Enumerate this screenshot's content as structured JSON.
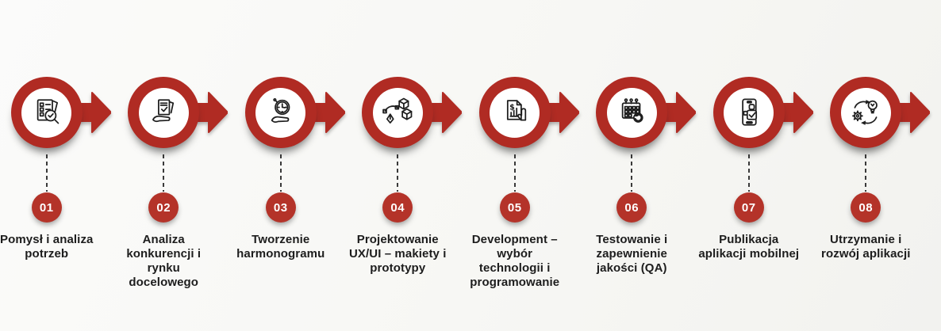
{
  "colors": {
    "bg": "#f7f7f4",
    "accent": "#b02b23",
    "badge": "#b43329",
    "icon_stroke": "#1e1e1e",
    "text": "#1d1d1d",
    "connector": "#3a3a3a"
  },
  "steps": [
    {
      "number": "01",
      "label": "Pomysł i analiza\npotrzeb",
      "icon": "checklist-magnifier-icon"
    },
    {
      "number": "02",
      "label": "Analiza\nkonkurencji i\nrynku\ndocelowego",
      "icon": "hand-document-check-icon"
    },
    {
      "number": "03",
      "label": "Tworzenie\nharmonogramu",
      "icon": "hand-clock-icon"
    },
    {
      "number": "04",
      "label": "Projektowanie\nUX/UI – makiety i\nprototypy",
      "icon": "pen-tool-cubes-icon"
    },
    {
      "number": "05",
      "label": "Development –\nwybór\ntechnologii i\nprogramowanie",
      "icon": "document-chart-hand-icon"
    },
    {
      "number": "06",
      "label": "Testowanie i\nzapewnienie\njakości (QA)",
      "icon": "calendar-refresh-icon"
    },
    {
      "number": "07",
      "label": "Publikacja\naplikacji mobilnej",
      "icon": "smartphone-check-icon"
    },
    {
      "number": "08",
      "label": "Utrzymanie i\nrozwój aplikacji",
      "icon": "gear-cycle-bulb-icon"
    }
  ]
}
